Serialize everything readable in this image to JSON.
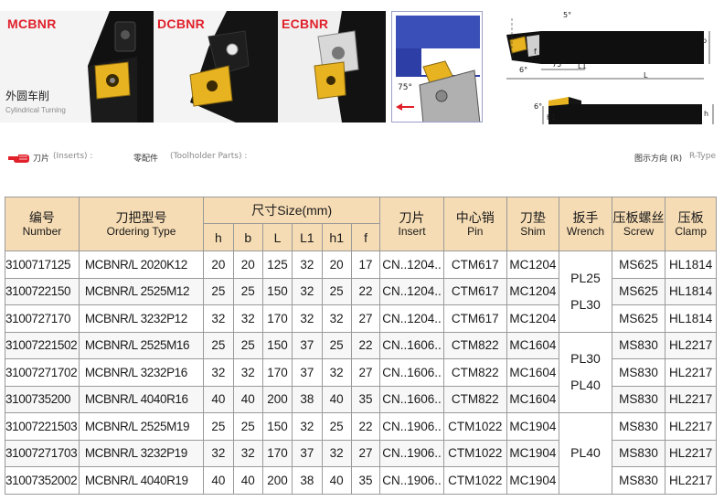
{
  "hero": {
    "panels": [
      {
        "label": "MCBNR"
      },
      {
        "label": "DCBNR"
      },
      {
        "label": "ECBNR"
      }
    ],
    "subtitle_cn": "外圆车削",
    "subtitle_en": "Cylindrical Turning",
    "diagram": {
      "angle_main": "75°",
      "angle_side": "6°",
      "angle_top": "5°",
      "label_h": "h",
      "label_b": "b",
      "label_f": "f",
      "label_l1": "L1",
      "label_l": "L",
      "label_h1": "h1"
    },
    "colors": {
      "label_red": "#e0202a",
      "insert_gold": "#e8b320",
      "body_black": "#151515"
    }
  },
  "info": {
    "inserts_cn": "刀片",
    "inserts_en": "(Inserts) :",
    "parts_cn": "零配件",
    "parts_en": "(Toolholder Parts) :",
    "direction_cn": "图示方向 (R)",
    "direction_en": "R-Type"
  },
  "table": {
    "headers": {
      "number": {
        "cn": "编号",
        "en": "Number"
      },
      "ordering": {
        "cn": "刀把型号",
        "en": "Ordering Type"
      },
      "size": "尺寸Size(mm)",
      "dims": [
        "h",
        "b",
        "L",
        "L1",
        "h1",
        "f"
      ],
      "insert": {
        "cn": "刀片",
        "en": "Insert"
      },
      "pin": {
        "cn": "中心销",
        "en": "Pin"
      },
      "shim": {
        "cn": "刀垫",
        "en": "Shim"
      },
      "wrench": {
        "cn": "扳手",
        "en": "Wrench"
      },
      "screw": {
        "cn": "压板螺丝",
        "en": "Screw"
      },
      "clamp": {
        "cn": "压板",
        "en": "Clamp"
      }
    },
    "rows": [
      {
        "number": "3100717125",
        "type": "MCBNR/L 2020K12",
        "h": "20",
        "b": "20",
        "L": "125",
        "L1": "32",
        "h1": "20",
        "f": "17",
        "insert": "CN..1204..",
        "pin": "CTM617",
        "shim": "MC1204",
        "screw": "MS625",
        "clamp": "HL1814"
      },
      {
        "number": "3100722150",
        "type": "MCBNR/L 2525M12",
        "h": "25",
        "b": "25",
        "L": "150",
        "L1": "32",
        "h1": "25",
        "f": "22",
        "insert": "CN..1204..",
        "pin": "CTM617",
        "shim": "MC1204",
        "screw": "MS625",
        "clamp": "HL1814"
      },
      {
        "number": "3100727170",
        "type": "MCBNR/L 3232P12",
        "h": "32",
        "b": "32",
        "L": "170",
        "L1": "32",
        "h1": "32",
        "f": "27",
        "insert": "CN..1204..",
        "pin": "CTM617",
        "shim": "MC1204",
        "screw": "MS625",
        "clamp": "HL1814"
      },
      {
        "number": "31007221502",
        "type": "MCBNR/L 2525M16",
        "h": "25",
        "b": "25",
        "L": "150",
        "L1": "37",
        "h1": "25",
        "f": "22",
        "insert": "CN..1606..",
        "pin": "CTM822",
        "shim": "MC1604",
        "screw": "MS830",
        "clamp": "HL2217"
      },
      {
        "number": "31007271702",
        "type": "MCBNR/L 3232P16",
        "h": "32",
        "b": "32",
        "L": "170",
        "L1": "37",
        "h1": "32",
        "f": "27",
        "insert": "CN..1606..",
        "pin": "CTM822",
        "shim": "MC1604",
        "screw": "MS830",
        "clamp": "HL2217"
      },
      {
        "number": "3100735200",
        "type": "MCBNR/L 4040R16",
        "h": "40",
        "b": "40",
        "L": "200",
        "L1": "38",
        "h1": "40",
        "f": "35",
        "insert": "CN..1606..",
        "pin": "CTM822",
        "shim": "MC1604",
        "screw": "MS830",
        "clamp": "HL2217"
      },
      {
        "number": "31007221503",
        "type": "MCBNR/L 2525M19",
        "h": "25",
        "b": "25",
        "L": "150",
        "L1": "32",
        "h1": "25",
        "f": "22",
        "insert": "CN..1906..",
        "pin": "CTM1022",
        "shim": "MC1904",
        "screw": "MS830",
        "clamp": "HL2217"
      },
      {
        "number": "31007271703",
        "type": "MCBNR/L 3232P19",
        "h": "32",
        "b": "32",
        "L": "170",
        "L1": "37",
        "h1": "32",
        "f": "27",
        "insert": "CN..1906..",
        "pin": "CTM1022",
        "shim": "MC1904",
        "screw": "MS830",
        "clamp": "HL2217"
      },
      {
        "number": "31007352002",
        "type": "MCBNR/L 4040R19",
        "h": "40",
        "b": "40",
        "L": "200",
        "L1": "38",
        "h1": "40",
        "f": "35",
        "insert": "CN..1906..",
        "pin": "CTM1022",
        "shim": "MC1904",
        "screw": "MS830",
        "clamp": "HL2217"
      }
    ],
    "wrench_groups": [
      {
        "line1": "PL25",
        "line2": "PL30"
      },
      {
        "line1": "PL30",
        "line2": "PL40"
      },
      {
        "line1": "PL40",
        "line2": ""
      }
    ]
  }
}
